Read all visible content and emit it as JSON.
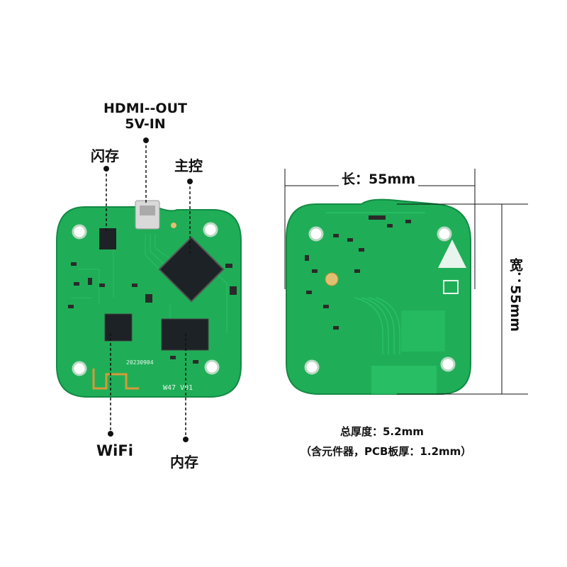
{
  "labels": {
    "hdmi_line1": "HDMI--OUT",
    "hdmi_line2": "5V-IN",
    "flash": "闪存",
    "main_ctrl": "主控",
    "wifi": "WiFi",
    "ram": "内存"
  },
  "dimensions": {
    "length": "长：55mm",
    "width": "宽：55mm",
    "thickness": "总厚度：5.2mm",
    "thickness_note": "（含元件器，PCB板厚：1.2mm）"
  },
  "silkscreen": {
    "date_code": "20230904",
    "board_id": "W47 V01"
  },
  "colors": {
    "pcb_green": "#1fae57",
    "pcb_dark": "#17914a",
    "chip_black": "#1d2226",
    "antenna_gold": "#d49a3a"
  }
}
